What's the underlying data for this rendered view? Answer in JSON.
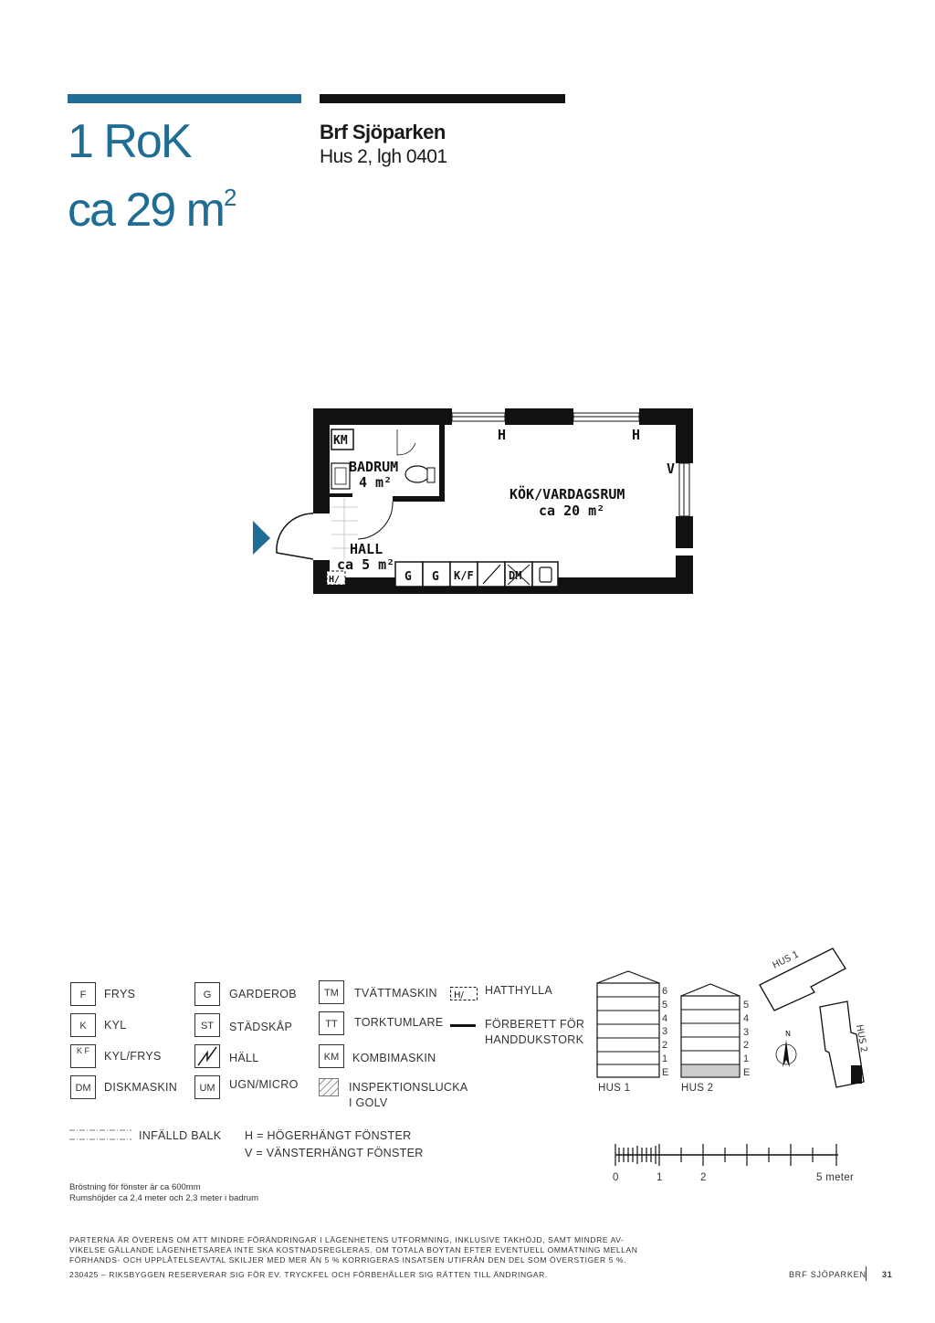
{
  "header": {
    "type": "1 RoK",
    "area_prefix": "ca 29 m",
    "area_sup": "2",
    "project": "Brf Sjöparken",
    "unit": "Hus 2, lgh 0401"
  },
  "plan": {
    "badrum": "BADRUM",
    "badrum_area": "4 m²",
    "kok": "KÖK/VARDAGSRUM",
    "kok_area": "ca 20 m²",
    "hall": "HALL",
    "hall_area": "ca 5 m²",
    "km": "KM",
    "h1": "H",
    "h2": "H",
    "v": "V",
    "g1": "G",
    "g2": "G",
    "kf": "K/F",
    "dm": "DM",
    "hat": "H/"
  },
  "legend": {
    "col1": [
      {
        "code": "F",
        "label": "FRYS"
      },
      {
        "code": "K",
        "label": "KYL"
      },
      {
        "code": "K F",
        "label": "KYL/FRYS"
      },
      {
        "code": "DM",
        "label": "DISKMASKIN"
      }
    ],
    "col2": [
      {
        "code": "G",
        "label": "GARDEROB"
      },
      {
        "code": "ST",
        "label": "STÄDSKÅP"
      },
      {
        "code": "",
        "label": "HÄLL"
      },
      {
        "code": "UM",
        "label": "UGN/MICRO"
      }
    ],
    "col3": [
      {
        "code": "TM",
        "label": "TVÄTTMASKIN"
      },
      {
        "code": "TT",
        "label": "TORKTUMLARE"
      },
      {
        "code": "KM",
        "label": "KOMBIMASKIN"
      },
      {
        "code": "",
        "label": "INSPEKTIONSLUCKA",
        "label2": "I GOLV"
      }
    ],
    "col4": [
      {
        "label": "HATTHYLLA"
      },
      {
        "label": "FÖRBERETT FÖR",
        "label2": "HANDDUKSTORK"
      }
    ],
    "balk": "INFÄLLD BALK",
    "h_note": "H = HÖGERHÄNGT FÖNSTER",
    "v_note": "V = VÄNSTERHÄNGT FÖNSTER"
  },
  "notes": {
    "line1": "Bröstning för fönster är ca 600mm",
    "line2": "Rumshöjder ca 2,4 meter och 2,3 meter i badrum"
  },
  "houses": {
    "hus1": "HUS 1",
    "hus2": "HUS 2",
    "hus1_floors": [
      "6",
      "5",
      "4",
      "3",
      "2",
      "1",
      "E"
    ],
    "hus2_floors": [
      "5",
      "4",
      "3",
      "2",
      "1",
      "E"
    ],
    "map_hus1": "HUS 1",
    "map_hus2": "HUS 2",
    "north": "N"
  },
  "scale": {
    "t0": "0",
    "t1": "1",
    "t2": "2",
    "t5": "5 meter"
  },
  "disclaimer": {
    "line1": "PARTERNA ÄR ÖVERENS OM ATT MINDRE FÖRÄNDRINGAR I LÄGENHETENS UTFORMNING, INKLUSIVE TAKHÖJD, SAMT MINDRE AV-",
    "line2": "VIKELSE GÄLLANDE LÄGENHETSAREA INTE SKA KOSTNADSREGLERAS. OM TOTALA BOYTAN EFTER EVENTUELL OMMÄTNING MELLAN",
    "line3": "FÖRHANDS- OCH UPPLÅTELSEAVTAL SKILJER MED MER ÄN 5 % KORRIGERAS INSATSEN UTIFRÅN DEN DEL SOM ÖVERSTIGER 5 %.",
    "line4": "230425 – RIKSBYGGEN RESERVERAR SIG FÖR EV. TRYCKFEL OCH FÖRBEHÅLLER SIG RÄTTEN TILL ÄNDRINGAR."
  },
  "footer": {
    "brand": "BRF SJÖPARKEN",
    "page": "31"
  },
  "colors": {
    "accent": "#1f6d94"
  }
}
